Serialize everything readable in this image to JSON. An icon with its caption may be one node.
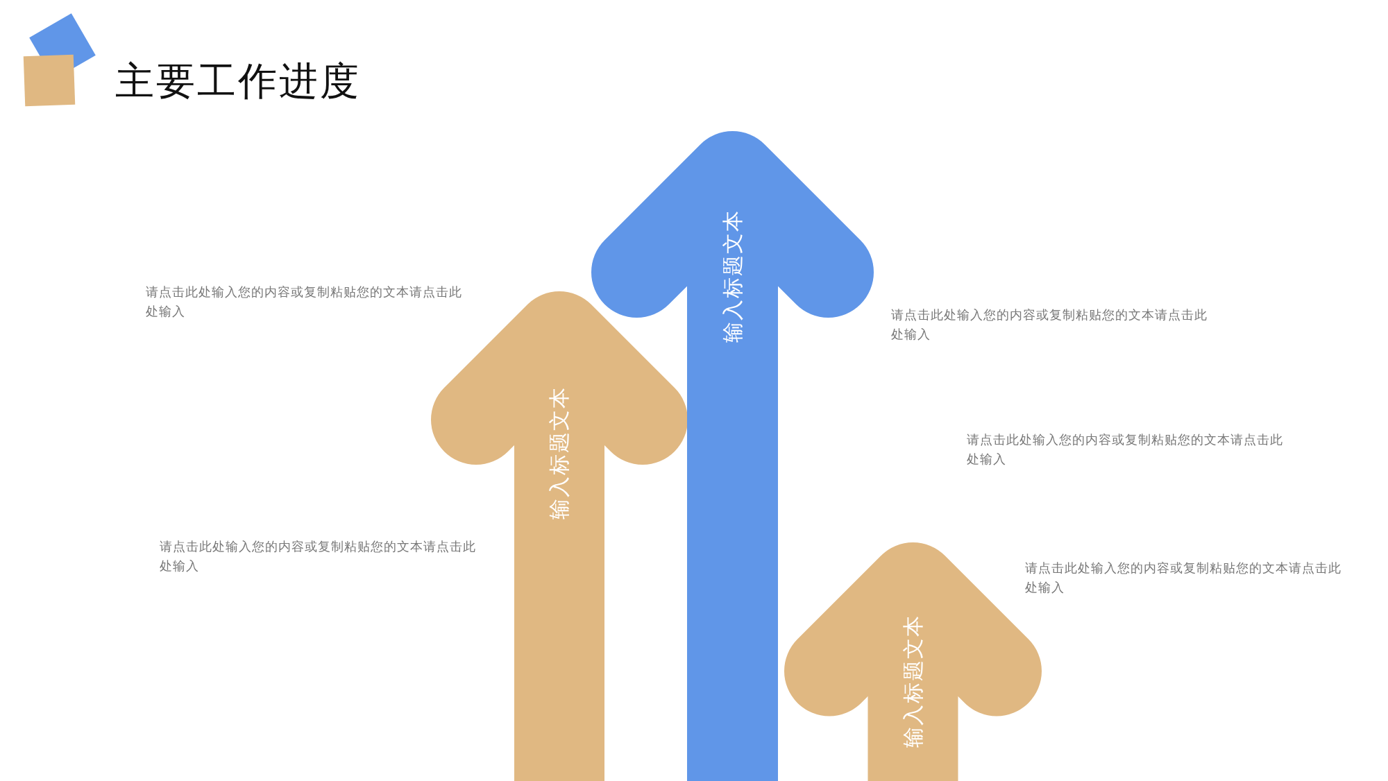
{
  "diagram": {
    "title": "主要工作进度",
    "nodes": [
      {
        "text": [
          "输入标题文本"
        ]
      },
      {
        "text": [
          "输入标题文本"
        ]
      },
      {
        "text": [
          "输入标题文本"
        ]
      }
    ],
    "labels": [
      "请点击此处输入您的内容或复制粘贴您的文本请点击此处输入",
      "请点击此处输入您的内容或复制粘贴您的文本请点击此处输入",
      "请点击此处输入您的内容或复制粘贴您的文本请点击此处输入",
      "请点击此处输入您的内容或复制粘贴您的文本请点击此处输入",
      "请点击此处输入您的内容或复制粘贴您的文本请点击此处输入"
    ]
  }
}
